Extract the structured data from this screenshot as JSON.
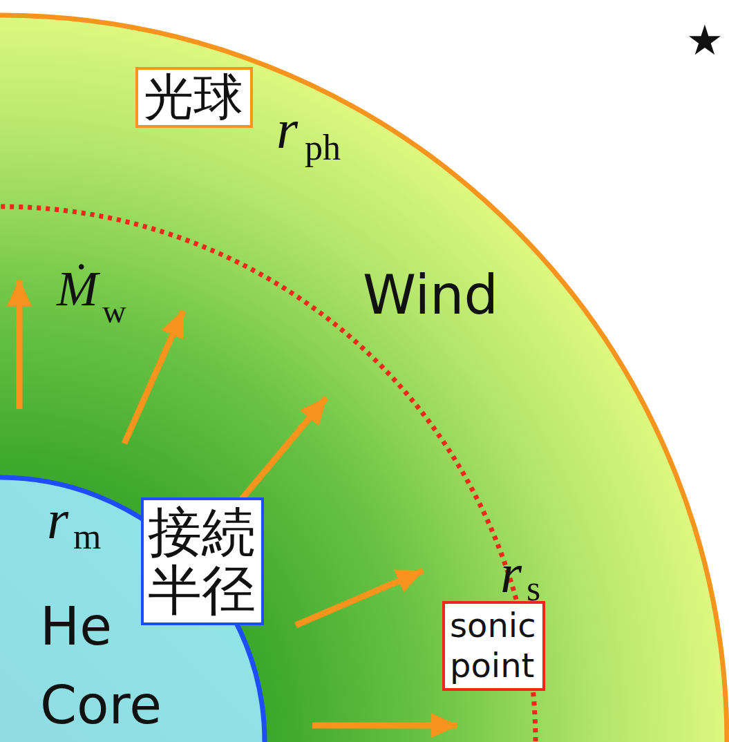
{
  "diagram": {
    "nodes": [
      {
        "text": [
          "光球"
        ]
      },
      {
        "text": [
          "接続 半径"
        ]
      },
      {
        "text": [
          "sonic point"
        ]
      }
    ],
    "labels": [
      "★",
      "r",
      "ph",
      "Ṁ",
      "w",
      "Wind",
      "r",
      "m",
      "He Core",
      "r",
      "s"
    ]
  }
}
